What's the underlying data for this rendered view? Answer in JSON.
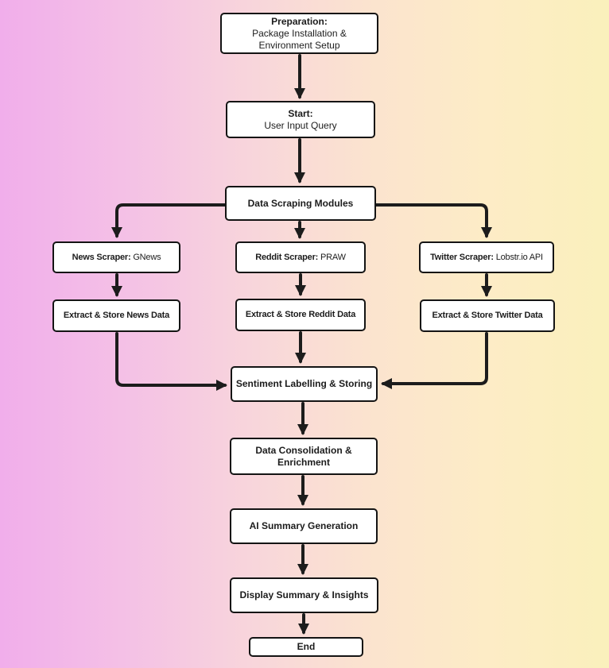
{
  "diagram": {
    "type": "flowchart",
    "colors": {
      "background_left": "#f1aeeb",
      "background_right": "#faf0bc",
      "node_fill": "#ffffff",
      "node_border": "#141414",
      "connector": "#1c1c1c"
    },
    "nodes": {
      "preparation": {
        "title": "Preparation:",
        "subtitle": "Package Installation & Environment Setup"
      },
      "start": {
        "title": "Start:",
        "subtitle": "User Input Query"
      },
      "scraping_modules": {
        "label": "Data Scraping Modules"
      },
      "news_scraper": {
        "title": "News Scraper:",
        "value": "GNews"
      },
      "reddit_scraper": {
        "title": "Reddit Scraper:",
        "value": "PRAW"
      },
      "twitter_scraper": {
        "title": "Twitter Scraper:",
        "value": "Lobstr.io API"
      },
      "extract_news": {
        "label": "Extract & Store News Data"
      },
      "extract_reddit": {
        "label": "Extract & Store Reddit Data"
      },
      "extract_twitter": {
        "label": "Extract & Store Twitter Data"
      },
      "sentiment": {
        "label": "Sentiment Labelling & Storing"
      },
      "consolidation": {
        "label": "Data Consolidation & Enrichment"
      },
      "ai_summary": {
        "label": "AI Summary Generation"
      },
      "display_summary": {
        "label": "Display Summary & Insights"
      },
      "end": {
        "label": "End"
      }
    }
  }
}
